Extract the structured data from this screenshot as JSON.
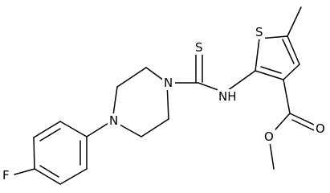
{
  "diagram": {
    "type": "chemical-structure",
    "atoms": [
      {
        "symbol": "F"
      },
      {
        "symbol": "N"
      },
      {
        "symbol": "N"
      },
      {
        "symbol": "S"
      },
      {
        "symbol": "NH"
      },
      {
        "symbol": "S"
      },
      {
        "symbol": "O"
      },
      {
        "symbol": "O"
      }
    ]
  }
}
